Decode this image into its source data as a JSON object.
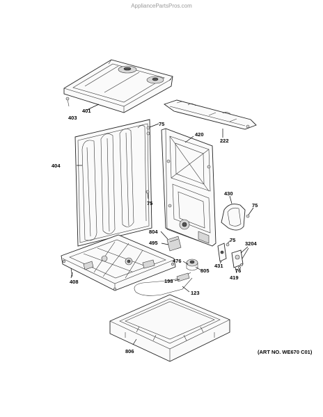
{
  "watermark": "AppliancePartsPros.com",
  "art_number": "(ART NO. WE670 C01)",
  "labels": {
    "p401": "401",
    "p403": "403",
    "p75_top": "75",
    "p420": "420",
    "p222": "222",
    "p404": "404",
    "p75_mid": "75",
    "p430": "430",
    "p75_right": "75",
    "p804": "804",
    "p495": "495",
    "p75_lower": "75",
    "p3204": "3204",
    "p476": "476",
    "p805": "805",
    "p431": "431",
    "p76": "76",
    "p408": "408",
    "p198": "198",
    "p419": "419",
    "p123": "123",
    "p806": "806"
  }
}
